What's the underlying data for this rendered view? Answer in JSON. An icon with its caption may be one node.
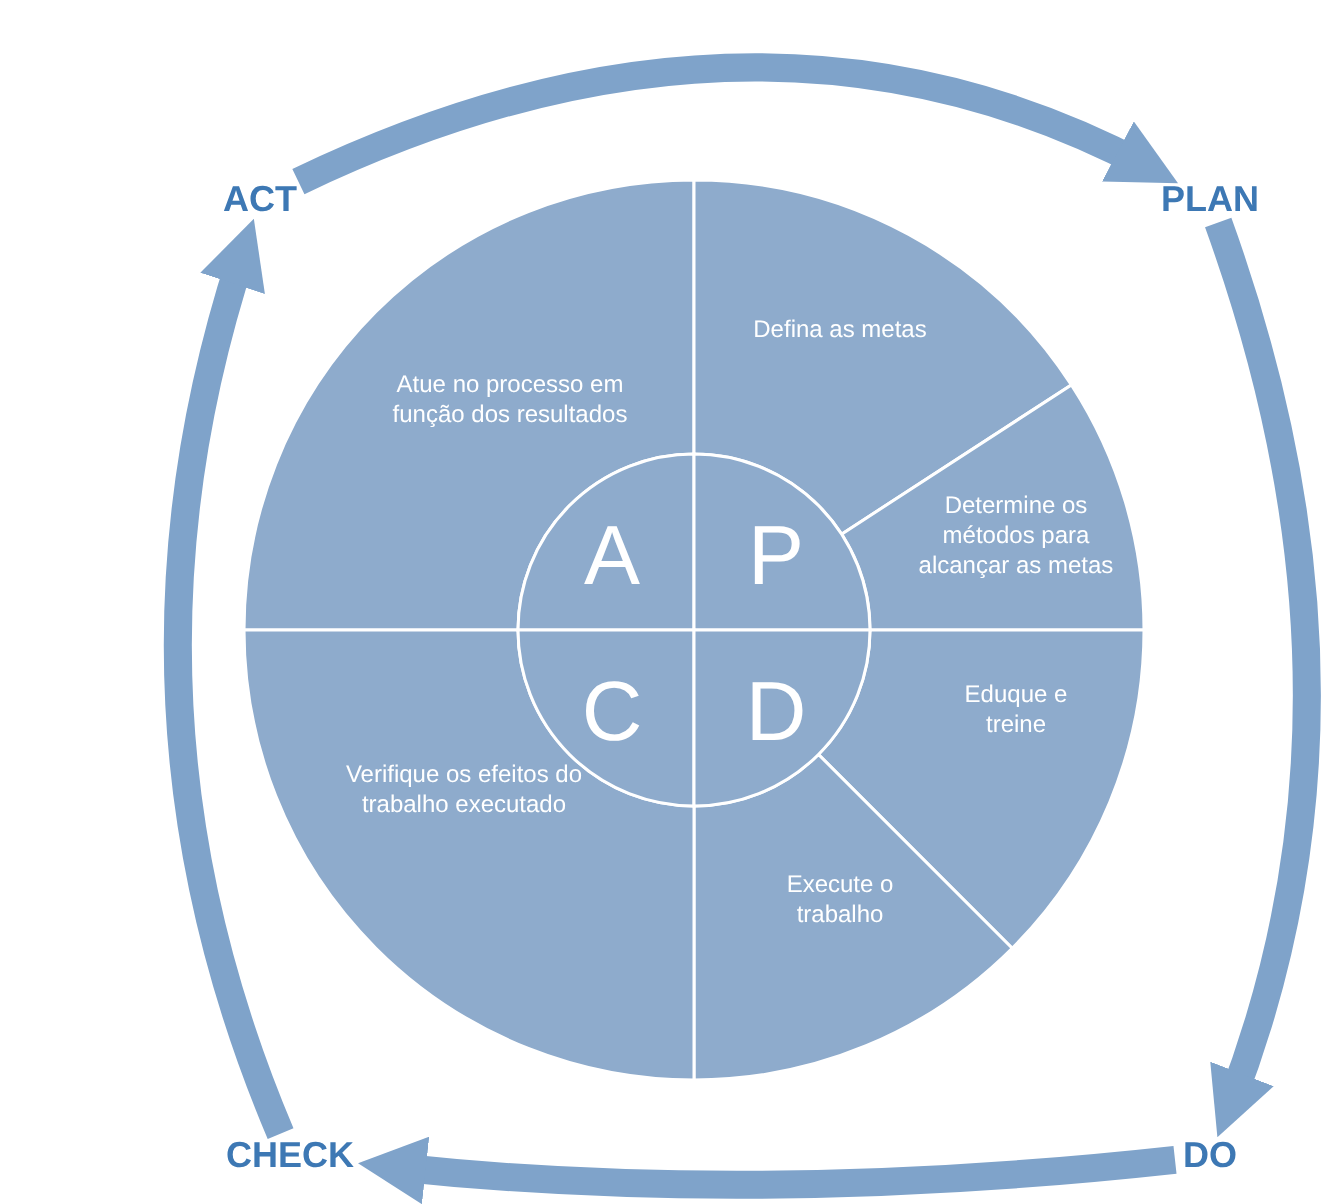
{
  "diagram": {
    "nodes": [
      {
        "text": [
          "ACT"
        ]
      },
      {
        "text": [
          "PLAN"
        ]
      },
      {
        "text": [
          "DO"
        ]
      },
      {
        "text": [
          "CHECK"
        ]
      },
      {
        "text": [
          "Atue no processo em função dos resultados"
        ]
      },
      {
        "text": [
          "Defina as metas"
        ]
      },
      {
        "text": [
          "Determine os métodos para alcançar as metas"
        ]
      },
      {
        "text": [
          "Eduque e treine"
        ]
      },
      {
        "text": [
          "Execute o trabalho"
        ]
      },
      {
        "text": [
          "Verifique os efeitos do trabalho executado"
        ]
      },
      {
        "text": [
          "A"
        ]
      },
      {
        "text": [
          "P"
        ]
      },
      {
        "text": [
          "C"
        ]
      },
      {
        "text": [
          "D"
        ]
      }
    ],
    "edges": [
      {
        "from": 0,
        "to": 1,
        "arrow": "to"
      },
      {
        "from": 1,
        "to": 2,
        "arrow": "to"
      },
      {
        "from": 2,
        "to": 3,
        "arrow": "to"
      },
      {
        "from": 3,
        "to": 0,
        "arrow": "to"
      }
    ]
  }
}
